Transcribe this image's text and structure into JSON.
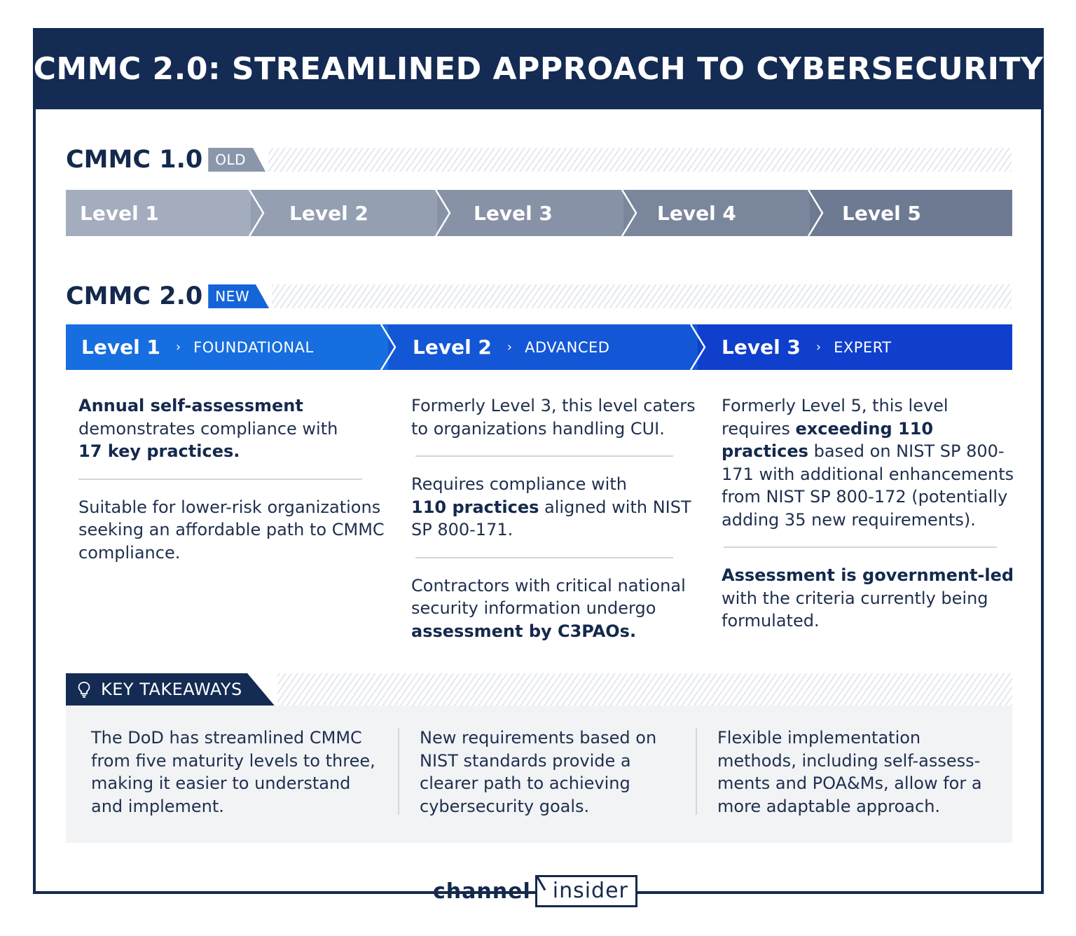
{
  "title": "CMMC 2.0: STREAMLINED APPROACH TO CYBERSECURITY",
  "old": {
    "name": "CMMC 1.0",
    "tag": "OLD",
    "levels": [
      "Level 1",
      "Level 2",
      "Level 3",
      "Level 4",
      "Level 5"
    ],
    "colors": [
      "#a3adbd",
      "#959fb2",
      "#8792a7",
      "#7a869c",
      "#6e7a92"
    ]
  },
  "new": {
    "name": "CMMC 2.0",
    "tag": "NEW",
    "levels": [
      {
        "label": "Level 1",
        "sub": "FOUNDATIONAL"
      },
      {
        "label": "Level 2",
        "sub": "ADVANCED"
      },
      {
        "label": "Level 3",
        "sub": "EXPERT"
      }
    ],
    "colors": [
      "#166ee0",
      "#1357d6",
      "#0f3fcc"
    ]
  },
  "details": {
    "level1": {
      "p1_bold": "Annual self-assessment",
      "p1_rest": "demonstrates compliance with",
      "p1_bold2": "17 key practices.",
      "p2": "Suitable for lower-risk organizations seeking an affordable path to CMMC compliance."
    },
    "level2": {
      "p1": "Formerly Level 3, this level caters to organizations handling CUI.",
      "p2_pre": "Requires compliance with",
      "p2_bold": "110 practices",
      "p2_post": "aligned with NIST SP 800-171.",
      "p3_pre": "Contractors with critical national security information undergo",
      "p3_bold": "assessment by C3PAOs."
    },
    "level3": {
      "p1_pre": "Formerly Level 5, this level requires",
      "p1_bold": "exceeding 110 practices",
      "p1_post": "based on NIST SP 800-171 with additional enhancements from NIST SP 800-172 (potentially adding 35 new requirements).",
      "p2_bold": "Assessment is government-led",
      "p2_post": "with the criteria currently being formulated."
    }
  },
  "takeaways": {
    "heading": "KEY TAKEAWAYS",
    "icon": "lightbulb-icon",
    "items": [
      "The DoD has streamlined CMMC from five maturity levels to three, making it easier to understand and implement.",
      "New requirements based on NIST standards provide a clearer path to achieving cybersecurity goals.",
      "Flexible implementation methods, including self-assess-ments and POA&Ms, allow for a more adaptable approach."
    ]
  },
  "logo": {
    "part1": "channel",
    "part2": "insider"
  }
}
